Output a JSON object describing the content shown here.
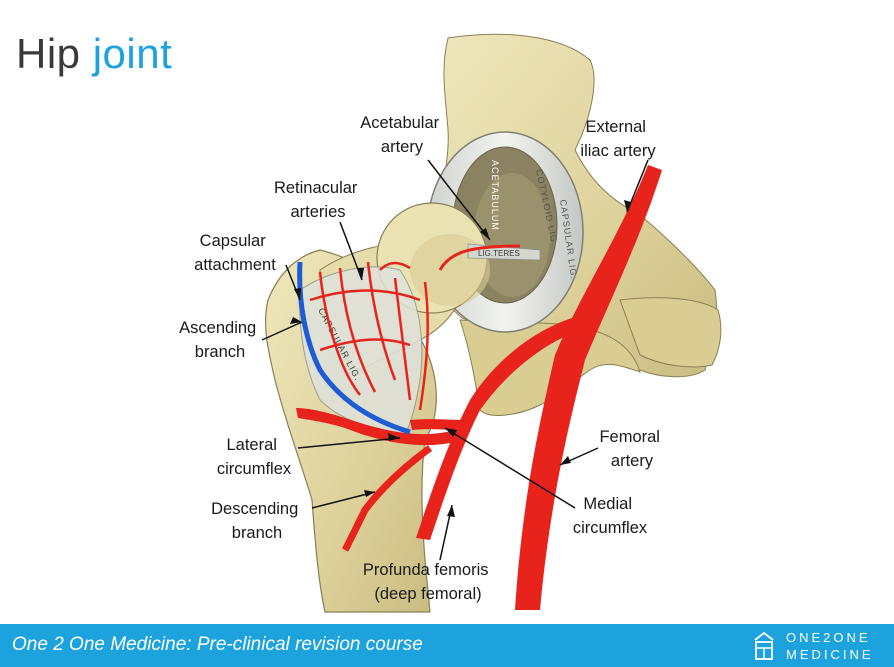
{
  "title": {
    "part1": "Hip",
    "part2": "joint"
  },
  "labels": {
    "acetabular_artery": [
      "Acetabular",
      "artery"
    ],
    "external_iliac": [
      "External",
      "iliac artery"
    ],
    "retinacular": [
      "Retinacular",
      "arteries"
    ],
    "capsular_attachment": [
      "Capsular",
      "attachment"
    ],
    "ascending_branch": [
      "Ascending",
      "branch"
    ],
    "lateral_circumflex": [
      "Lateral",
      "circumflex"
    ],
    "descending_branch": [
      "Descending",
      "branch"
    ],
    "femoral_artery": [
      "Femoral",
      "artery"
    ],
    "medial_circumflex": [
      "Medial",
      "circumflex"
    ],
    "profunda_femoris": [
      "Profunda femoris",
      "(deep femoral)"
    ]
  },
  "engraved": {
    "acetabulum": "ACETABULUM",
    "cotyloid_lig": "COTYLOID LIG.",
    "capsular_lig": "CAPSULAR LIG.",
    "lig_teres": "LIG.TERES",
    "capsular_lig_2": "CAPSULAR LIG."
  },
  "footer": {
    "text": "One 2 One Medicine: Pre-clinical revision course",
    "brand_line1": "ONE2ONE",
    "brand_line2": "MEDICINE"
  },
  "colors": {
    "accent": "#1ca3dd",
    "artery": "#e8231c",
    "vein": "#1e5bd6",
    "bone": "#e3d9a6"
  }
}
